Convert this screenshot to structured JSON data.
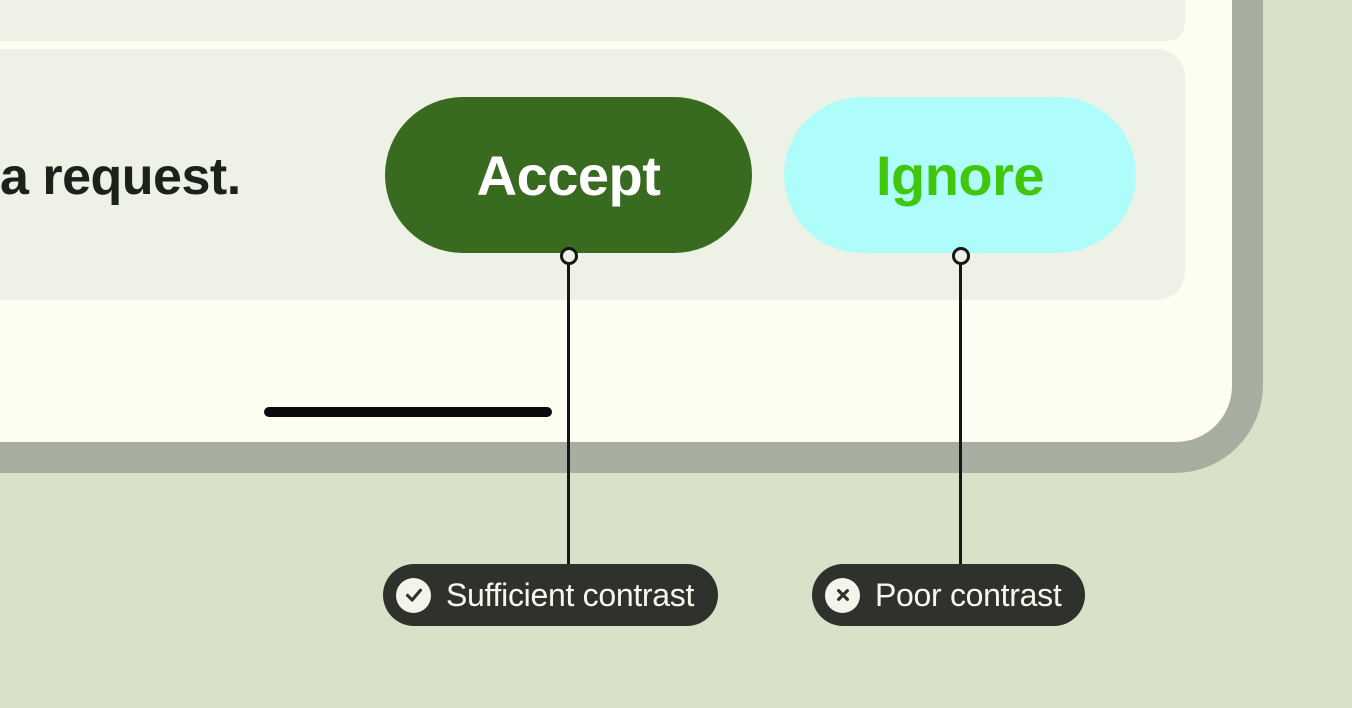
{
  "ui": {
    "message_fragment": "a request.",
    "accept_button_label": "Accept",
    "ignore_button_label": "Ignore"
  },
  "callouts": {
    "sufficient": {
      "label": "Sufficient contrast",
      "icon": "check-circle-icon"
    },
    "poor": {
      "label": "Poor contrast",
      "icon": "x-circle-icon"
    }
  },
  "colors": {
    "page_background": "#d7e2c8",
    "device_border": "#a7ae9f",
    "device_screen": "#fdfdf2",
    "card": "#edf1e6",
    "accept_bg": "#386a20",
    "accept_text": "#ffffff",
    "ignore_bg": "#aefdfb",
    "ignore_text": "#40c70d",
    "callout_bg": "#2f312c",
    "callout_text": "#f7f6ec",
    "icon_circle": "#f5f4eb",
    "icon_glyph": "#2f312c",
    "message_text": "#1d211b",
    "leader_line": "#161616",
    "home_bar": "#0a0a0a"
  }
}
